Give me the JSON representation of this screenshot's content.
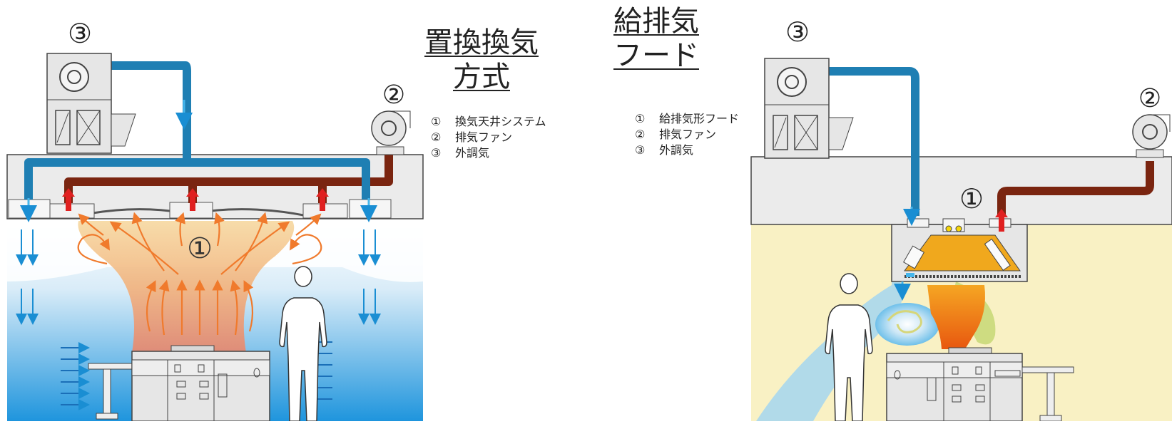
{
  "left_panel": {
    "title_lines": [
      "置換換気",
      "方式"
    ],
    "legend": [
      {
        "num": "①",
        "text": "換気天井システム"
      },
      {
        "num": "②",
        "text": "排気ファン"
      },
      {
        "num": "③",
        "text": "外調気"
      }
    ],
    "markers": {
      "ceiling": "①",
      "exhaust_fan": "②",
      "supply_unit": "③"
    }
  },
  "right_panel": {
    "title_lines": [
      "給排気",
      "フード"
    ],
    "legend": [
      {
        "num": "①",
        "text": "給排気形フード"
      },
      {
        "num": "②",
        "text": "排気ファン"
      },
      {
        "num": "③",
        "text": "外調気"
      }
    ],
    "markers": {
      "hood": "①",
      "exhaust_fan": "②",
      "supply_unit": "③"
    }
  },
  "colors": {
    "supply_duct": "#1f7fb3",
    "exhaust_duct": "#7a2510",
    "machine_body": "#e6e6e6",
    "ceiling_void": "#ebebeb",
    "left_room_cool": "#3aa0dc",
    "right_room": "#f9f1c4",
    "hood": "#f0a81d",
    "airflow_arrow": "#f07a2c",
    "exhaust_arrow": "#e02020"
  }
}
